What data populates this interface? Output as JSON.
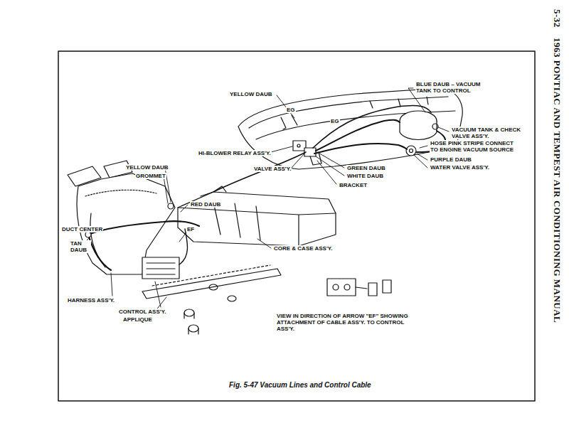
{
  "diagram": {
    "caption": "Fig. 5-47 Vacuum Lines and Control Cable",
    "labels": [
      "5-32",
      "1963 PONTIAC AND TEMPEST AIR CONDITIONING MANUAL",
      "YELLOW DAUB",
      "EG",
      "EG",
      "BLUE DAUB – VACUUM TANK TO CONTROL",
      "VACUUM TANK & CHECK VALVE ASS'Y.",
      "HOSE PINK STRIPE CONNECT TO ENGINE VACUUM SOURCE",
      "PURPLE DAUB",
      "WATER VALVE ASS'Y.",
      "HI-BLOWER RELAY ASS'Y.",
      "VALVE ASS'Y.",
      "GREEN DAUB",
      "WHITE DAUB",
      "BRACKET",
      "YELLOW DAUB",
      "GROMMET",
      "RED DAUB",
      "DUCT CENTER",
      "TAN DAUB",
      "EF",
      "CORE & CASE ASS'Y.",
      "HARNESS ASS'Y.",
      "CONTROL ASS'Y.",
      "APPLIQUE",
      "VIEW IN DIRECTION OF ARROW \"EF\" SHOWING ATTACHMENT OF CABLE ASS'Y. TO CONTROL ASS'Y."
    ]
  }
}
